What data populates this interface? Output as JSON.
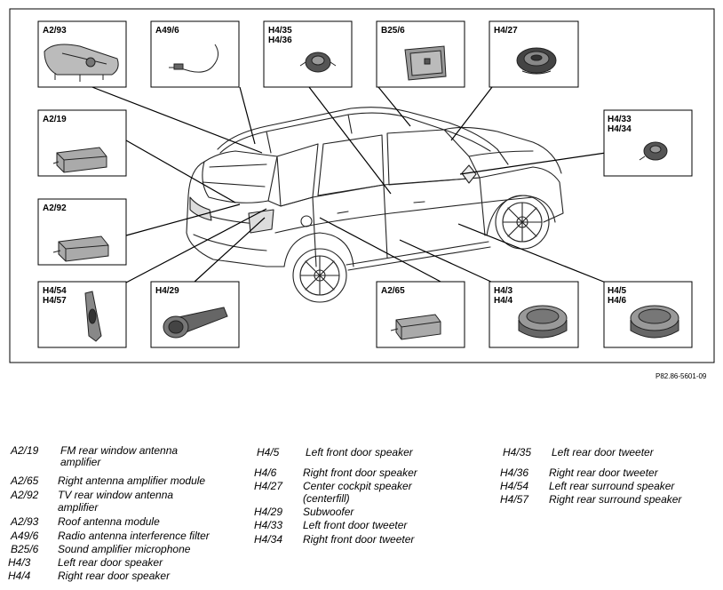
{
  "callouts": [
    {
      "id": "a293",
      "lines": [
        "A2/93"
      ]
    },
    {
      "id": "a496",
      "lines": [
        "A49/6"
      ]
    },
    {
      "id": "h435",
      "lines": [
        "H4/35",
        "H4/36"
      ]
    },
    {
      "id": "b256",
      "lines": [
        "B25/6"
      ]
    },
    {
      "id": "h427",
      "lines": [
        "H4/27"
      ]
    },
    {
      "id": "a219",
      "lines": [
        "A2/19"
      ]
    },
    {
      "id": "h433",
      "lines": [
        "H4/33",
        "H4/34"
      ]
    },
    {
      "id": "a292",
      "lines": [
        "A2/92"
      ]
    },
    {
      "id": "h454",
      "lines": [
        "H4/54",
        "H4/57"
      ]
    },
    {
      "id": "h429",
      "lines": [
        "H4/29"
      ]
    },
    {
      "id": "a265",
      "lines": [
        "A2/65"
      ]
    },
    {
      "id": "h43",
      "lines": [
        "H4/3",
        "H4/4"
      ]
    },
    {
      "id": "h45",
      "lines": [
        "H4/5",
        "H4/6"
      ]
    }
  ],
  "reference": "P82.86-5601-09",
  "legend": {
    "col1": [
      {
        "code": "A2/19",
        "desc": [
          "FM rear window antenna",
          "amplifier"
        ]
      },
      {
        "code": "A2/65",
        "desc": [
          "Right antenna amplifier module"
        ]
      },
      {
        "code": "A2/92",
        "desc": [
          "TV rear window antenna",
          "amplifier"
        ]
      },
      {
        "code": "A2/93",
        "desc": [
          "Roof antenna module"
        ]
      },
      {
        "code": "A49/6",
        "desc": [
          "Radio antenna interference filter"
        ]
      },
      {
        "code": "B25/6",
        "desc": [
          "Sound amplifier microphone"
        ]
      },
      {
        "code": "H4/3",
        "desc": [
          "Left rear door speaker"
        ]
      },
      {
        "code": "H4/4",
        "desc": [
          "Right rear door speaker"
        ]
      }
    ],
    "col2": [
      {
        "code": "H4/5",
        "desc": [
          "Left front door speaker"
        ]
      },
      {
        "code": "H4/6",
        "desc": [
          "Right front door speaker"
        ]
      },
      {
        "code": "H4/27",
        "desc": [
          "Center cockpit speaker",
          "(centerfill)"
        ]
      },
      {
        "code": "H4/29",
        "desc": [
          "Subwoofer"
        ]
      },
      {
        "code": "H4/33",
        "desc": [
          "Left front door tweeter"
        ]
      },
      {
        "code": "H4/34",
        "desc": [
          "Right front door tweeter"
        ]
      }
    ],
    "col3": [
      {
        "code": "H4/35",
        "desc": [
          "Left rear door tweeter"
        ]
      },
      {
        "code": "H4/36",
        "desc": [
          "Right rear door tweeter"
        ]
      },
      {
        "code": "H4/54",
        "desc": [
          "Left rear surround speaker"
        ]
      },
      {
        "code": "H4/57",
        "desc": [
          "Right rear surround speaker"
        ]
      }
    ]
  }
}
